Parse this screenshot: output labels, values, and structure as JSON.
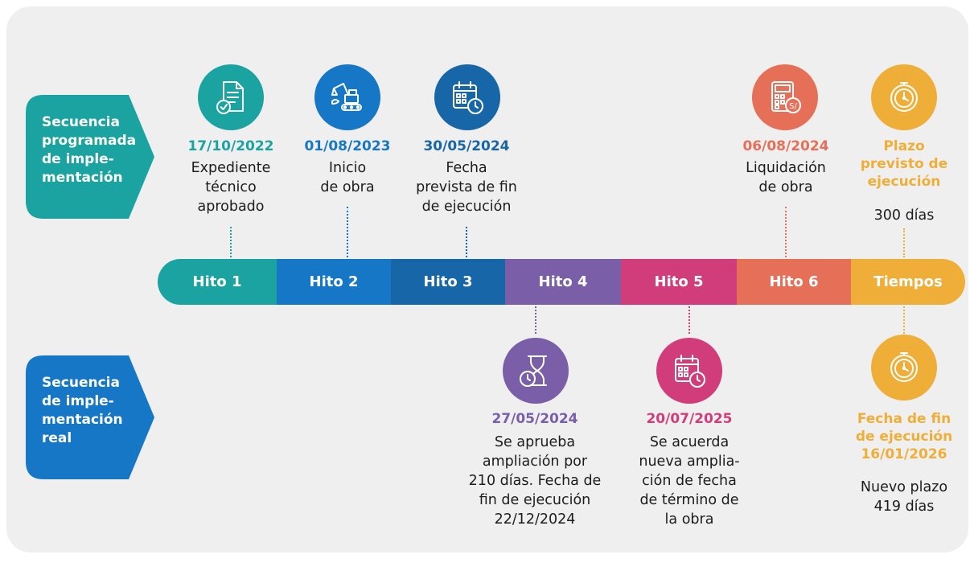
{
  "tags": {
    "programmed": "Secuencia\nprogramada\nde imple-\nmentación",
    "real": "Secuencia\nde imple-\nmentación\nreal"
  },
  "milestones": [
    {
      "label": "Hito 1",
      "color": "#1aa3a0"
    },
    {
      "label": "Hito 2",
      "color": "#1677c6"
    },
    {
      "label": "Hito 3",
      "color": "#1766a7"
    },
    {
      "label": "Hito 4",
      "color": "#7a5ea8"
    },
    {
      "label": "Hito 5",
      "color": "#d03d7a"
    },
    {
      "label": "Hito 6",
      "color": "#e66f58"
    },
    {
      "label": "Tiempos",
      "color": "#eeae38"
    }
  ],
  "top": {
    "h1": {
      "date": "17/10/2022",
      "desc": "Expediente\ntécnico\naprobado",
      "icon": "document-check-icon"
    },
    "h2": {
      "date": "01/08/2023",
      "desc": "Inicio\nde obra",
      "icon": "excavator-icon"
    },
    "h3": {
      "date": "30/05/2024",
      "desc": "Fecha\nprevista de fin\nde ejecución",
      "icon": "calendar-clock-icon"
    },
    "h6": {
      "date": "06/08/2024",
      "desc": "Liquidación\nde obra",
      "icon": "calculator-money-icon"
    },
    "t": {
      "date": "Plazo\nprevisto de\nejecución",
      "desc": "300 días",
      "icon": "stopwatch-icon"
    }
  },
  "bottom": {
    "h4": {
      "date": "27/05/2024",
      "desc": "Se aprueba\nampliación por\n210 días. Fecha de\nfin de ejecución\n22/12/2024",
      "icon": "hourglass-clock-icon"
    },
    "h5": {
      "date": "20/07/2025",
      "desc": "Se acuerda\nnueva amplia-\nción de fecha\nde término de\nla obra",
      "icon": "calendar-clock-icon"
    },
    "t": {
      "date": "Fecha de fin\nde ejecución\n16/01/2026",
      "desc": "Nuevo plazo\n419 días",
      "icon": "stopwatch-icon"
    }
  }
}
